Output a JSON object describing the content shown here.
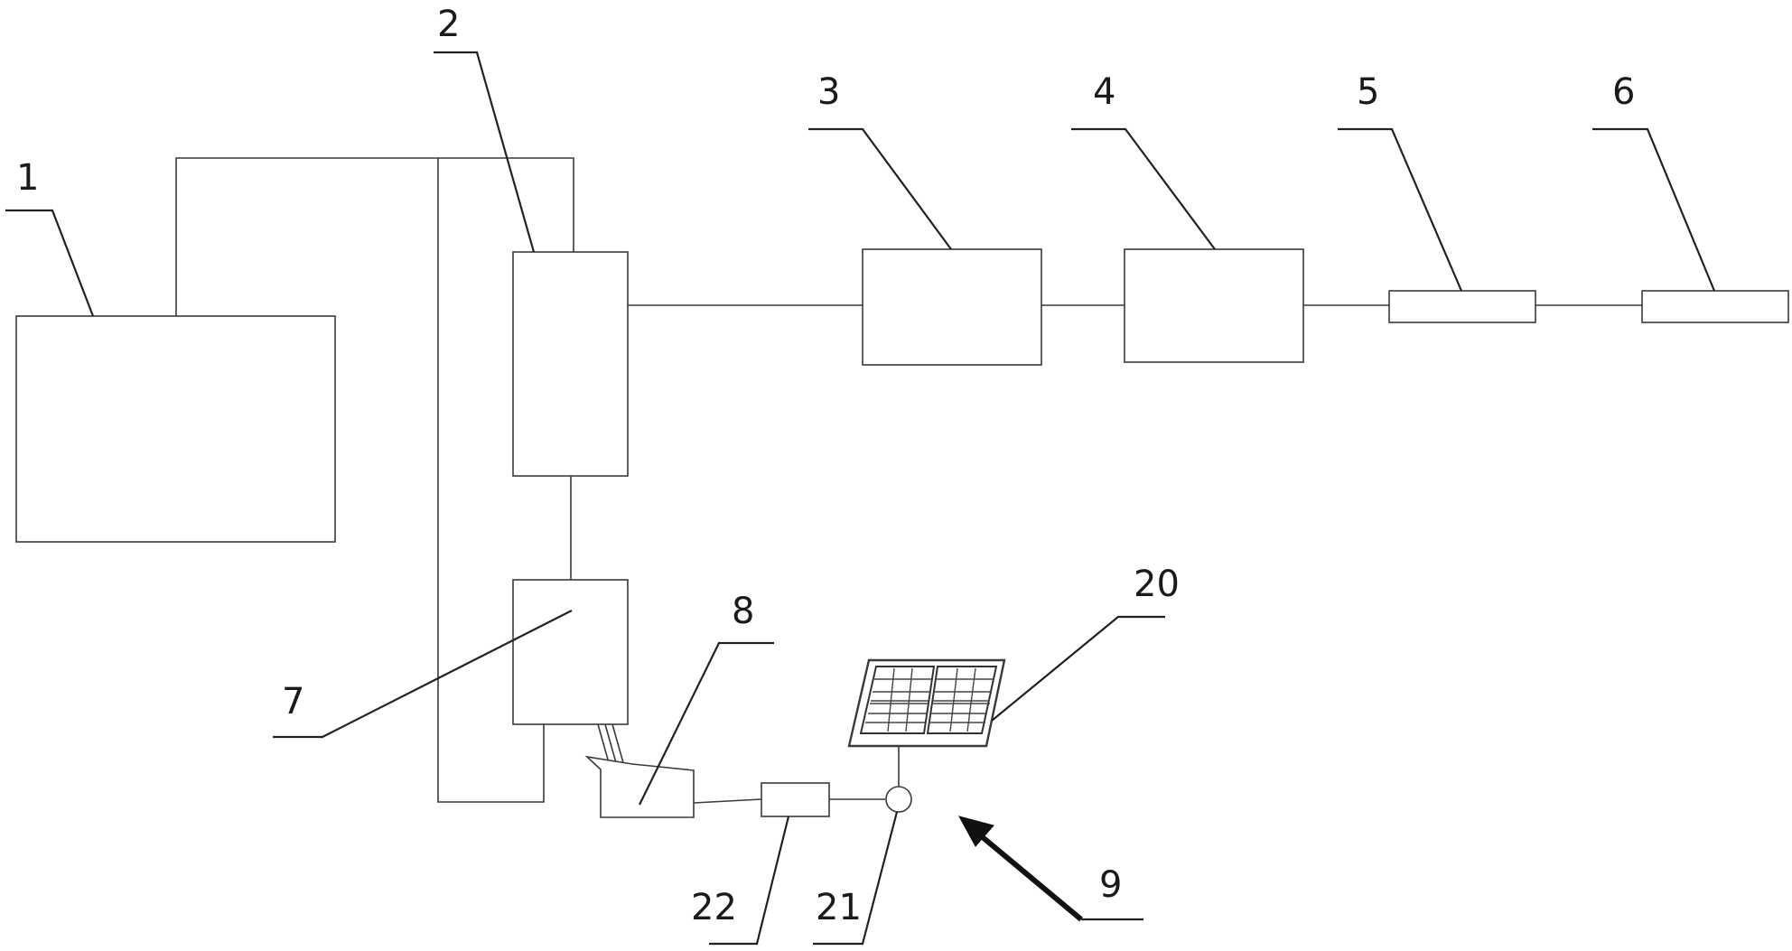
{
  "labels": {
    "l1": "1",
    "l2": "2",
    "l3": "3",
    "l4": "4",
    "l5": "5",
    "l6": "6",
    "l7": "7",
    "l8": "8",
    "l9": "9",
    "l20": "20",
    "l21": "21",
    "l22": "22"
  }
}
